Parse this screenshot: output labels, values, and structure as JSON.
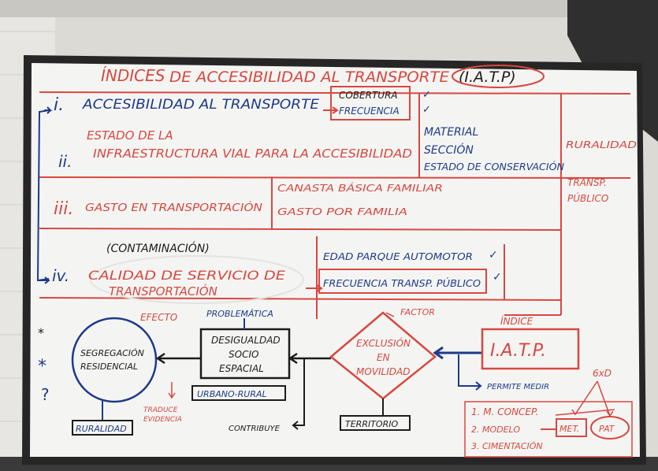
{
  "board": {
    "title": {
      "red_word": "ÍNDICES",
      "main": "DE ACCESIBILIDAD AL TRANSPORTE",
      "abbrev": "(I.A.T.P)"
    },
    "rows": {
      "r1": {
        "numeral": "i.",
        "label": "ACCESIBILIDAD AL TRANSPORTE",
        "sub1": "COBERTURA",
        "sub2": "FRECUENCIA",
        "check1": "✓",
        "check2": "✓"
      },
      "r2": {
        "numeral": "ii.",
        "line1": "ESTADO DE LA",
        "line2": "INFRAESTRUCTURA VIAL PARA LA ACCESIBILIDAD",
        "item1": "MATERIAL",
        "item2": "SECCIÓN",
        "item3": "ESTADO DE CONSERVACIÓN"
      },
      "r3": {
        "numeral": "iii.",
        "label": "GASTO EN TRANSPORTACIÓN",
        "item1": "CANASTA BÁSICA FAMILIAR",
        "item2": "GASTO POR FAMILIA"
      },
      "r4": {
        "note": "(CONTAMINACIÓN)",
        "numeral": "iv.",
        "line1": "CALIDAD DE SERVICIO DE",
        "line2": "TRANSPORTACIÓN",
        "item1": "EDAD PARQUE AUTOMOTOR",
        "item2": "FRECUENCIA TRANSP. PÚBLICO",
        "check1": "✓",
        "check2": "✓"
      }
    },
    "side": {
      "ruralidad": "RURALIDAD",
      "transp": "TRANSP.",
      "publico": "PÚBLICO"
    },
    "diagram": {
      "efecto": "EFECTO",
      "problematica": "PROBLEMÁTICA",
      "factor": "FACTOR",
      "indice": "ÍNDICE",
      "segregacion1": "SEGREGACIÓN",
      "segregacion2": "RESIDENCIAL",
      "desigualdad1": "DESIGUALDAD",
      "desigualdad2": "SOCIO",
      "desigualdad3": "ESPACIAL",
      "exclusion1": "EXCLUSIÓN",
      "exclusion2": "EN",
      "exclusion3": "MOVILIDAD",
      "iatp": "I.A.T.P.",
      "urbano_rural": "URBANO-RURAL",
      "traduce": "TRADUCE",
      "evidencia": "EVIDENCIA",
      "contribuye": "CONTRIBUYE",
      "territorio": "TERRITORIO",
      "ruralidad": "RURALIDAD",
      "permite_medir": "PERMITE MEDIR",
      "six_d": "6xD",
      "method1": "1. M. CONCEP.",
      "method2": "2. MODELO",
      "method3": "3. CIMENTACIÓN",
      "met_box": "MET.",
      "pat_box": "PAT"
    }
  },
  "colors": {
    "red": "#d8473f",
    "blue": "#1f3a8a",
    "black": "#1c1c1c",
    "board": "#f4f5f3",
    "frame": "#2a2a2a"
  }
}
